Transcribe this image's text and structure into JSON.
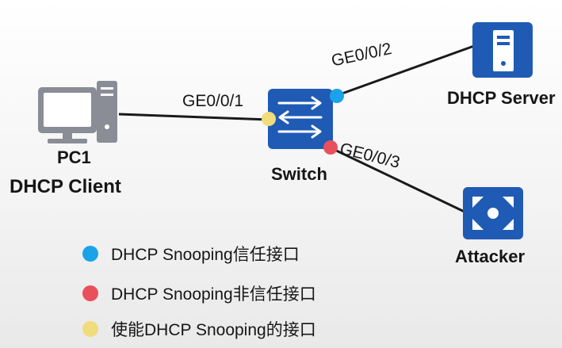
{
  "nodes": {
    "pc1": {
      "name": "PC1",
      "role": "DHCP Client"
    },
    "switch": {
      "name": "Switch"
    },
    "server": {
      "name": "DHCP Server"
    },
    "attacker": {
      "name": "Attacker"
    }
  },
  "ports": {
    "p1": "GE0/0/1",
    "p2": "GE0/0/2",
    "p3": "GE0/0/3"
  },
  "legend": [
    {
      "text": "DHCP Snooping信任接口",
      "color": "#1aa3e8"
    },
    {
      "text": "DHCP Snooping非信任接口",
      "color": "#e8505b"
    },
    {
      "text": "使能DHCP Snooping的接口",
      "color": "#f1dc7c"
    }
  ],
  "colors": {
    "device_blue": "#1f5bb5",
    "trusted": "#1aa3e8",
    "untrusted": "#e8505b",
    "enabled": "#f1dc7c",
    "pc_gray": "#8a8d96"
  }
}
